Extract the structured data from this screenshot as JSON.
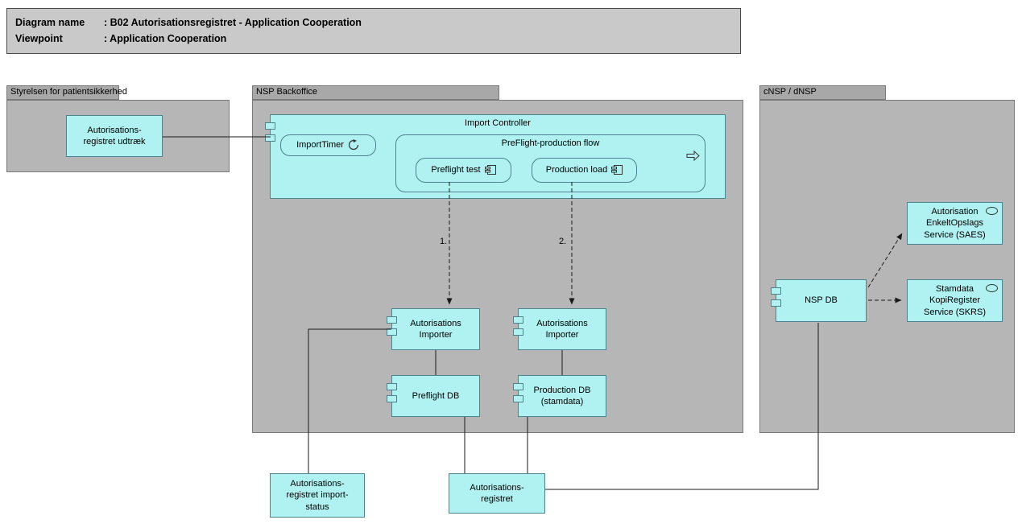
{
  "title": {
    "rows": [
      {
        "label": "Diagram name",
        "value": ": B02 Autorisationsregistret - Application Cooperation"
      },
      {
        "label": "Viewpoint",
        "value": ": Application Cooperation"
      }
    ]
  },
  "groups": {
    "patientsikkerhed": {
      "label": "Styrelsen for patientsikkerhed"
    },
    "backoffice": {
      "label": "NSP Backoffice"
    },
    "cnsp": {
      "label": "cNSP / dNSP"
    }
  },
  "nodes": {
    "udtraek": {
      "label": "Autorisations-\nregistret udtræk"
    },
    "import_controller": {
      "label": "Import Controller"
    },
    "import_timer": {
      "label": "ImportTimer"
    },
    "preflight_flow": {
      "label": "PreFlight-production flow"
    },
    "preflight_test": {
      "label": "Preflight test"
    },
    "production_load": {
      "label": "Production load"
    },
    "importer_preflight": {
      "label": "Autorisations\nImporter"
    },
    "importer_production": {
      "label": "Autorisations\nImporter"
    },
    "preflight_db": {
      "label": "Preflight DB"
    },
    "production_db": {
      "label": "Production DB\n(stamdata)"
    },
    "import_status": {
      "label": "Autorisations-\nregistret import-\nstatus"
    },
    "autorisationsregistret": {
      "label": "Autorisations-\nregistret"
    },
    "nsp_db": {
      "label": "NSP DB"
    },
    "saes": {
      "label": "Autorisation\nEnkeltOpslags\nService (SAES)"
    },
    "skrs": {
      "label": "Stamdata\nKopiRegister\nService (SKRS)"
    }
  },
  "edges": {
    "flow1_label": "1.",
    "flow2_label": "2."
  },
  "icons": {
    "import_timer": "timer-icon",
    "preflight_flow": "flow-arrow-icon",
    "preflight_test": "component-icon",
    "production_load": "component-icon",
    "component_ports": "component-port-icon",
    "saes": "interface-icon",
    "skrs": "interface-icon"
  },
  "colors": {
    "element_fill": "#b0f1f1",
    "element_border": "#4d828f",
    "group_fill": "#b6b6b6",
    "group_tab_fill": "#a8a8a8",
    "title_fill": "#c9c9c9",
    "connector": "#1a1a1a"
  }
}
